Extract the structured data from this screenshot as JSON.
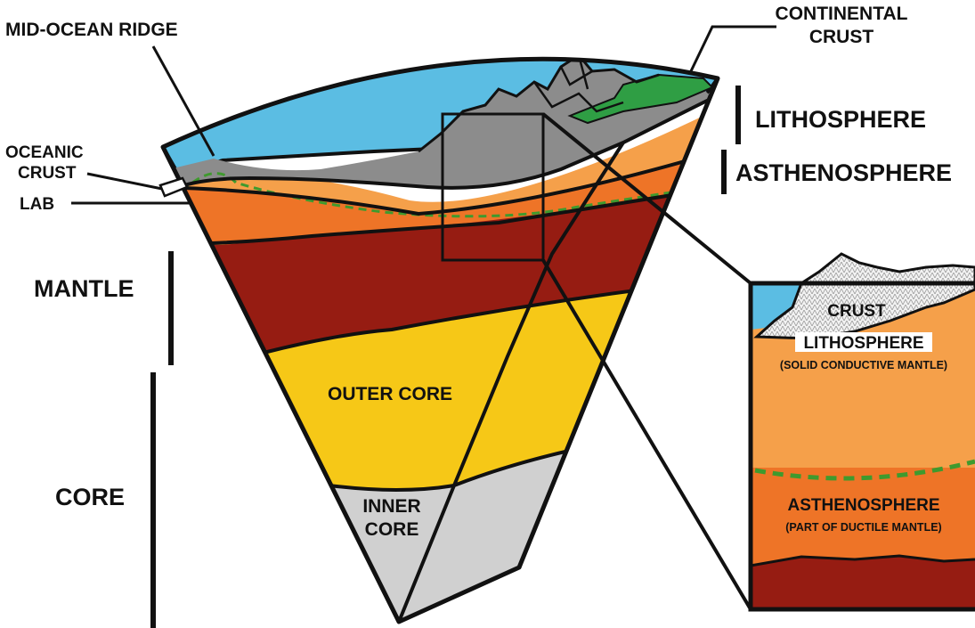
{
  "labels": {
    "mid_ocean_ridge": "MID-OCEAN RIDGE",
    "continental_crust_1": "CONTINENTAL",
    "continental_crust_2": "CRUST",
    "oceanic_crust_1": "OCEANIC",
    "oceanic_crust_2": "CRUST",
    "lab": "LAB",
    "lithosphere": "LITHOSPHERE",
    "asthenosphere": "ASTHENOSPHERE",
    "mantle": "MANTLE",
    "core": "CORE",
    "outer_core": "OUTER CORE",
    "inner_core_1": "INNER",
    "inner_core_2": "CORE"
  },
  "inset": {
    "crust": "CRUST",
    "lithosphere": "LITHOSPHERE",
    "lithosphere_note": "(SOLID CONDUCTIVE MANTLE)",
    "asthenosphere": "ASTHENOSPHERE",
    "asthenosphere_note": "(PART OF DUCTILE MANTLE)"
  },
  "colors": {
    "ocean": "#5bbde3",
    "crust": "#8c8c8c",
    "continent": "#2f9e44",
    "lithosphere": "#f5a04a",
    "asthenosphere": "#ee7427",
    "mantle": "#961c12",
    "outer_core": "#f6c817",
    "inner_core": "#d0d0d0",
    "lab_line": "#3f9a2e"
  }
}
